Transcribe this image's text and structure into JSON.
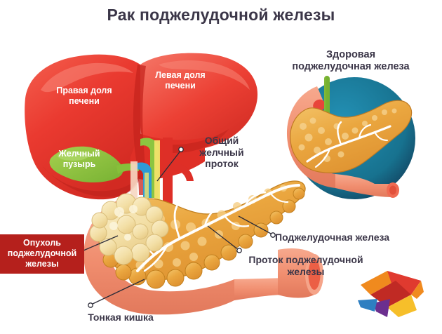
{
  "page": {
    "title": "Рак поджелудочной железы",
    "background": "#ffffff",
    "text_color": "#3b3648"
  },
  "illustration": {
    "type": "medical-anatomy-diagram",
    "subject": "pancreatic-cancer",
    "colors": {
      "liver": "#e8342c",
      "liver_highlight": "#f4604f",
      "liver_shadow": "#c2231d",
      "gallbladder": "#8cc540",
      "pancreas": "#e8a33d",
      "pancreas_light": "#f3c165",
      "tumor": "#f4deа8",
      "tumor_hex": "#f2dfa9",
      "duodenum": "#f08d6e",
      "duodenum_light": "#f5a489",
      "vessel_red": "#e8342c",
      "inset_circle": "#1a7a9b",
      "bile_duct_green": "#8cc540",
      "duct_blue": "#2e9bd6",
      "tumor_box": "#b5201c",
      "leader_line": "#2b2b38"
    }
  },
  "labels": {
    "healthy_pancreas": "Здоровая\nподжелудочная железа",
    "healthy_pancreas_line1": "Здоровая",
    "healthy_pancreas_line2": "поджелудочная железа",
    "right_lobe_line1": "Правая доля",
    "right_lobe_line2": "печени",
    "left_lobe_line1": "Левая доля",
    "left_lobe_line2": "печени",
    "gallbladder_line1": "Желчный",
    "gallbladder_line2": "пузырь",
    "bile_duct_line1": "Общий",
    "bile_duct_line2": "желчный",
    "bile_duct_line3": "проток",
    "pancreas": "Поджелудочная железа",
    "pancreatic_duct_line1": "Проток поджелудочной",
    "pancreatic_duct_line2": "железы",
    "tumor_line1": "Опухоль",
    "tumor_line2": "поджелудочной",
    "tumor_line3": "железы",
    "small_intestine": "Тонкая кишка"
  },
  "logo": {
    "name": "swallow-bird-logo",
    "colors": [
      "#e03a2f",
      "#f08a1e",
      "#f6bf2a",
      "#6b2f8f",
      "#2e7fc1"
    ]
  }
}
